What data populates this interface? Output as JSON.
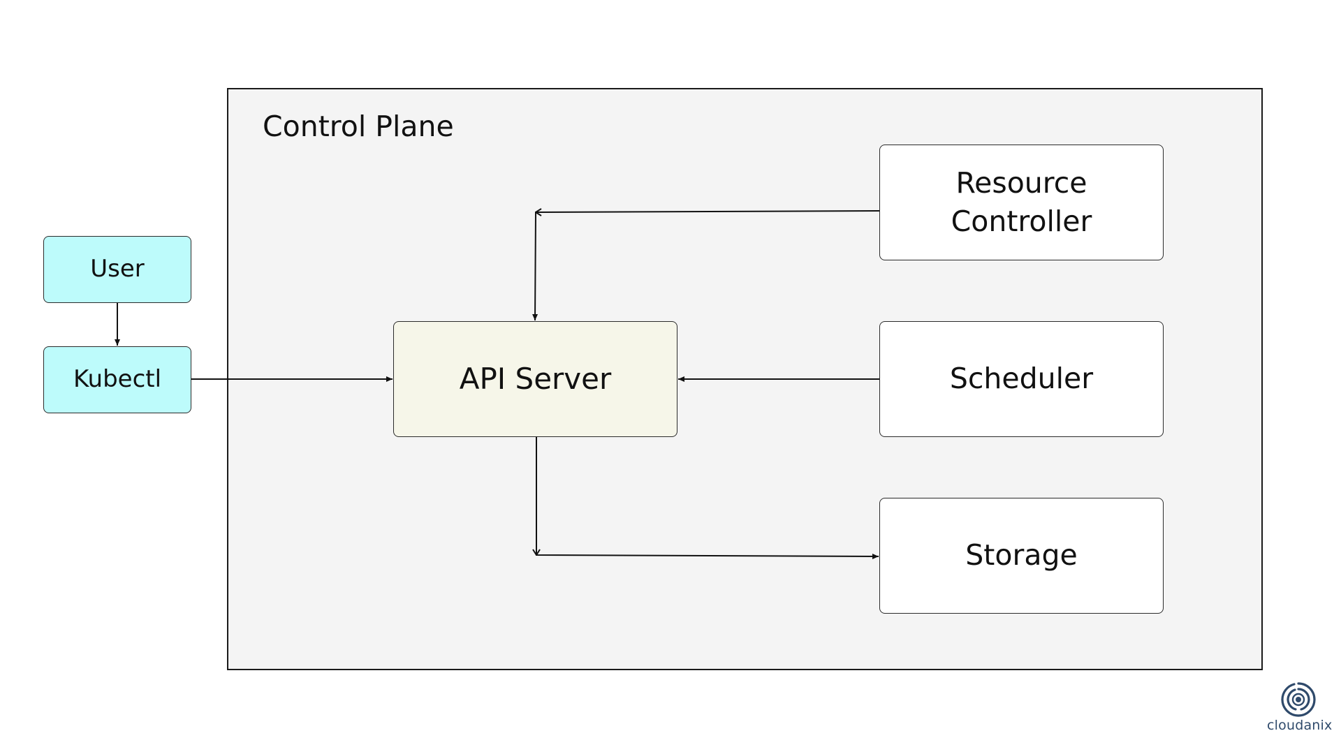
{
  "diagram": {
    "container": {
      "title": "Control Plane"
    },
    "nodes": {
      "user": {
        "label": "User"
      },
      "kubectl": {
        "label": "Kubectl"
      },
      "api_server": {
        "label": "API Server"
      },
      "resource_controller": {
        "label": "Resource\nController"
      },
      "scheduler": {
        "label": "Scheduler"
      },
      "storage": {
        "label": "Storage"
      }
    },
    "edges": [
      {
        "from": "user",
        "to": "kubectl"
      },
      {
        "from": "kubectl",
        "to": "api_server"
      },
      {
        "from": "resource_controller",
        "to": "api_server"
      },
      {
        "from": "scheduler",
        "to": "api_server"
      },
      {
        "from": "api_server",
        "to": "storage"
      }
    ]
  },
  "branding": {
    "logo_text": "cloudanix",
    "logo_icon": "cloudanix-logo-icon",
    "color": "#2f4a6b"
  },
  "colors": {
    "client_fill": "#bdfbfb",
    "api_fill": "#f6f6e9",
    "container_fill": "#f4f4f4",
    "component_fill": "#ffffff"
  }
}
